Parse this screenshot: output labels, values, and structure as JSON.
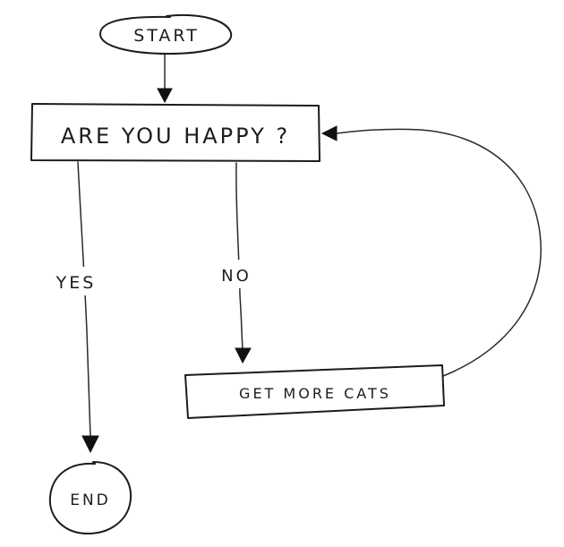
{
  "diagram": {
    "nodes": {
      "start": {
        "label": "START"
      },
      "question": {
        "label": "ARE YOU HAPPY ?"
      },
      "action": {
        "label": "GET MORE CATS"
      },
      "end": {
        "label": "END"
      }
    },
    "edges": {
      "yes": {
        "label": "YES"
      },
      "no": {
        "label": "NO"
      }
    }
  }
}
